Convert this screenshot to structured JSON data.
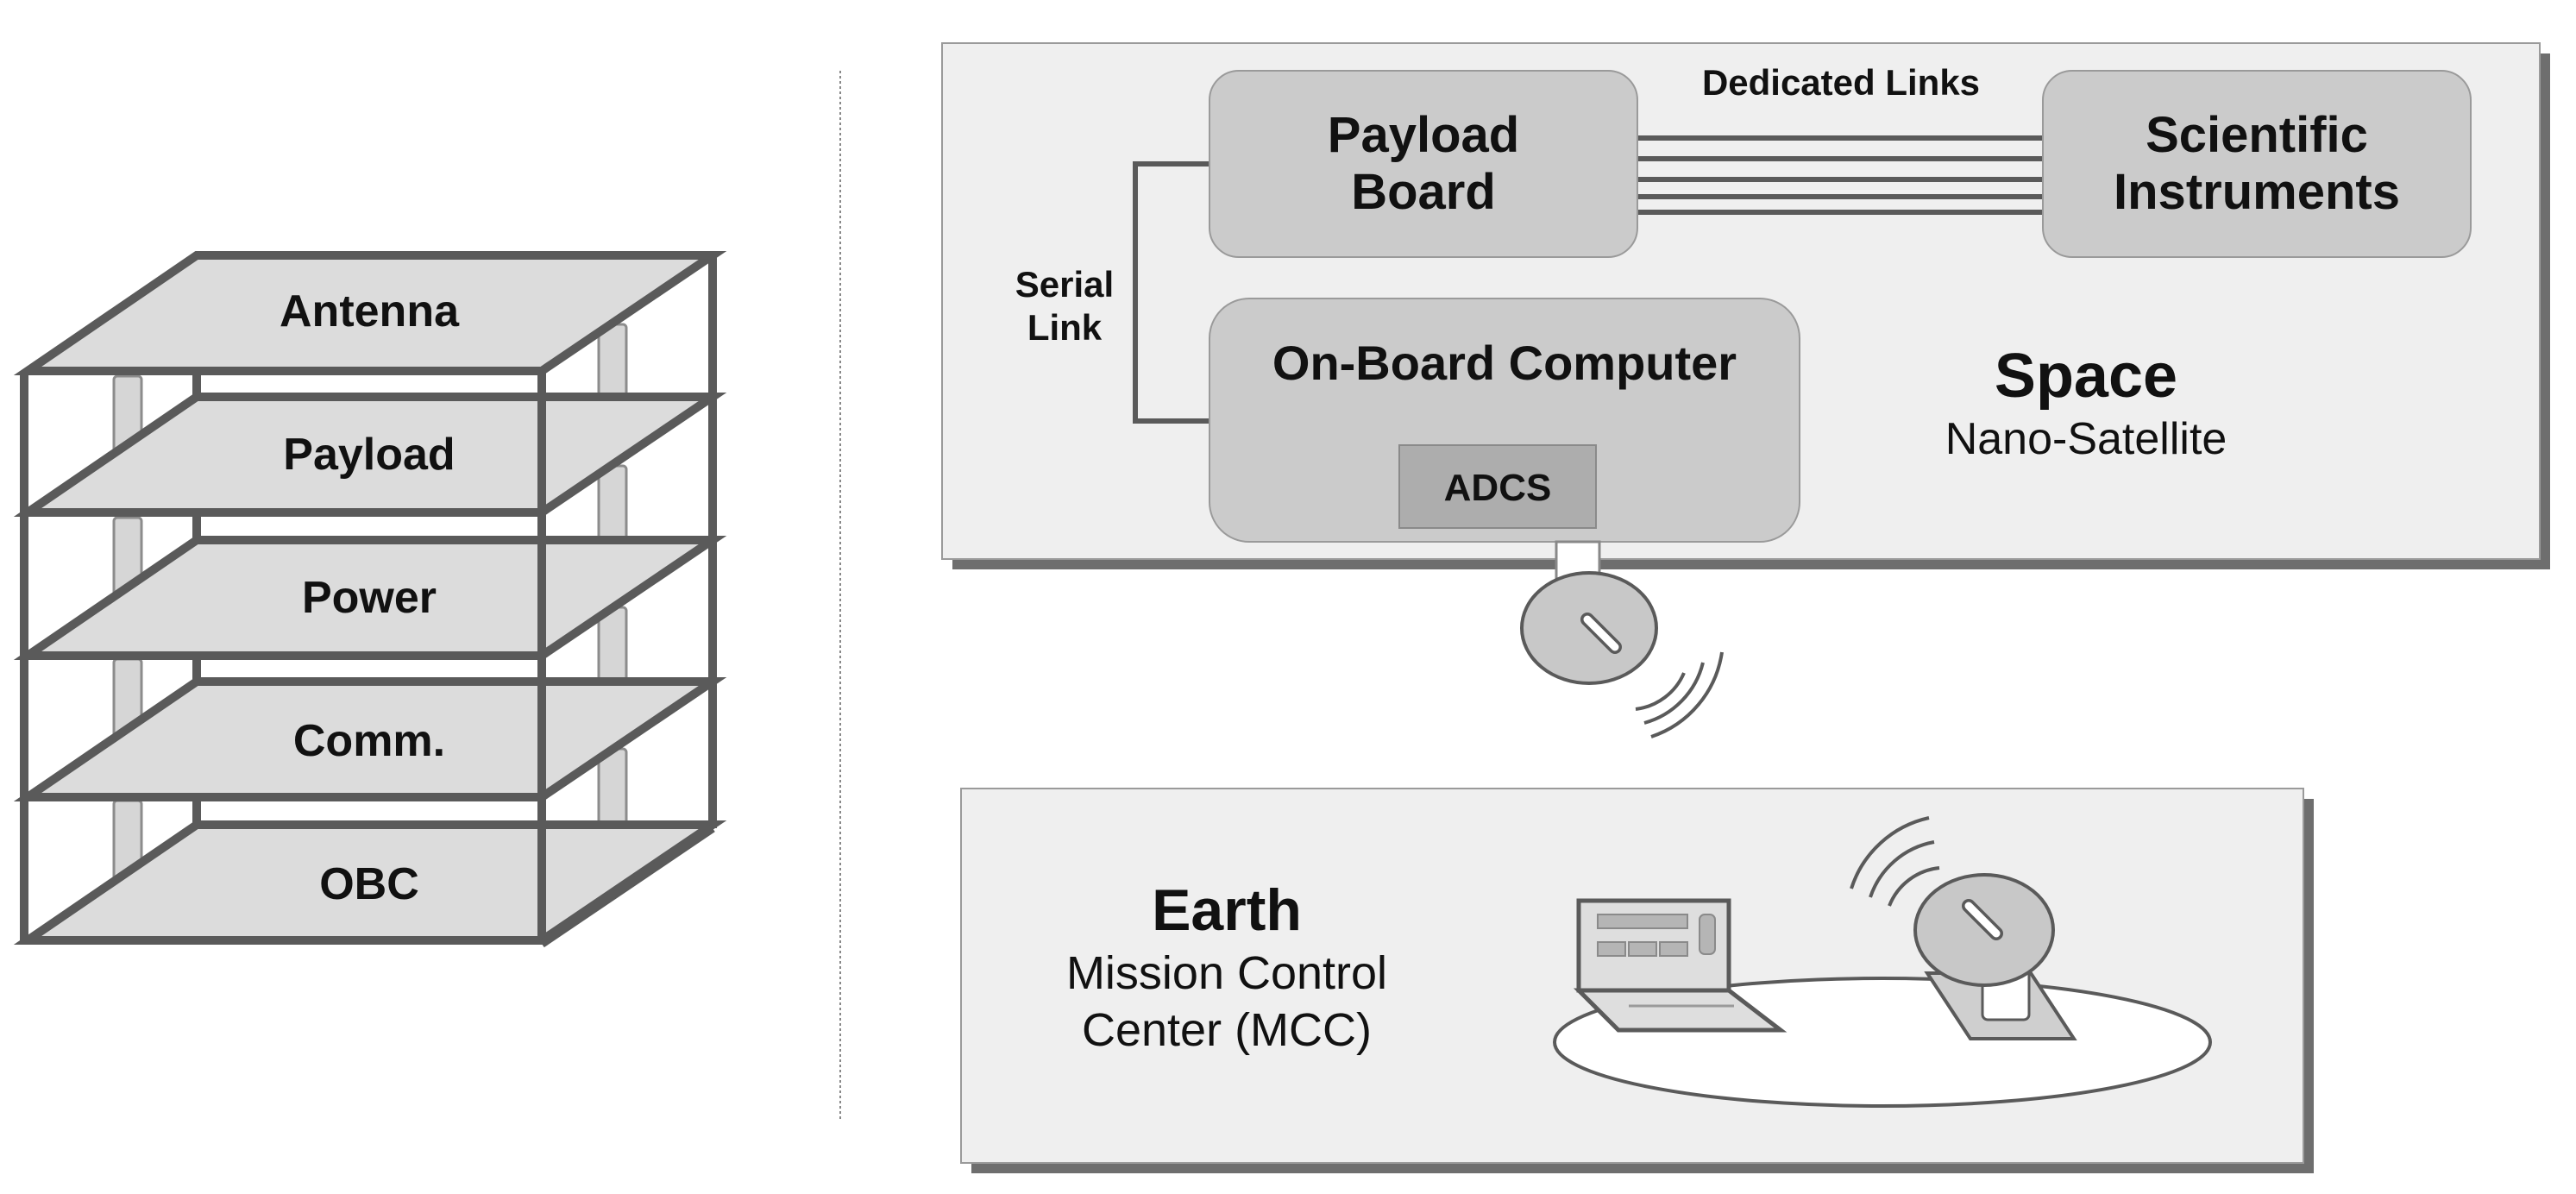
{
  "stack": {
    "layers": [
      "Antenna",
      "Payload",
      "Power",
      "Comm.",
      "OBC"
    ]
  },
  "space": {
    "title": "Space",
    "subtitle": "Nano-Satellite",
    "payload_board": [
      "Payload",
      "Board"
    ],
    "scientific_instruments": [
      "Scientific",
      "Instruments"
    ],
    "dedicated_links": "Dedicated Links",
    "serial_link": [
      "Serial",
      "Link"
    ],
    "obc": "On-Board Computer",
    "adcs": "ADCS"
  },
  "earth": {
    "title": "Earth",
    "subtitle": [
      "Mission Control",
      "Center (MCC)"
    ]
  },
  "colors": {
    "frame": "#5a5a5a",
    "panel_bg": "#efefef",
    "box_fill": "#cbcbcb",
    "adcs_fill": "#adadad",
    "plate_fill": "#dcdcdc",
    "shadow": "#6e6e6e"
  }
}
